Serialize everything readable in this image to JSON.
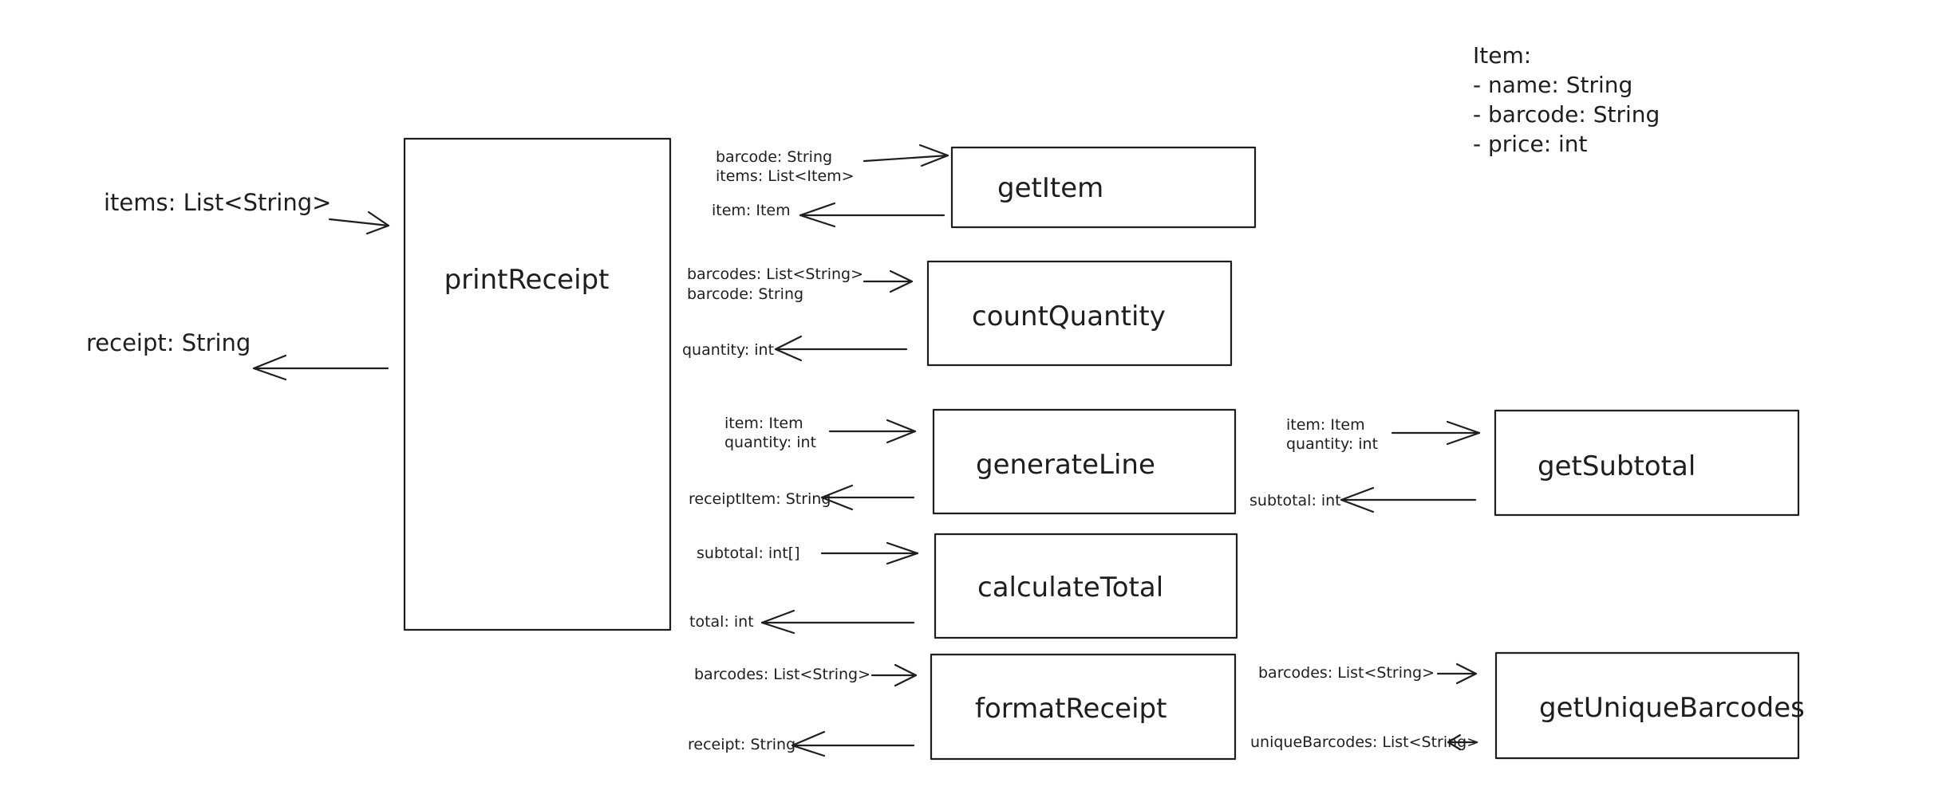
{
  "main": {
    "label": "printReceipt",
    "input": "items: List<String>",
    "output": "receipt: String"
  },
  "functions": [
    {
      "label": "getItem",
      "inputs": [
        "barcode: String",
        "items: List<Item>"
      ],
      "outputs": [
        "item: Item"
      ]
    },
    {
      "label": "countQuantity",
      "inputs": [
        "barcodes: List<String>",
        "barcode: String"
      ],
      "outputs": [
        "quantity: int"
      ]
    },
    {
      "label": "generateLine",
      "inputs": [
        "item: Item",
        "quantity: int"
      ],
      "outputs": [
        "receiptItem: String"
      ]
    },
    {
      "label": "calculateTotal",
      "inputs": [
        "subtotal: int[]"
      ],
      "outputs": [
        "total: int"
      ]
    },
    {
      "label": "formatReceipt",
      "inputs": [
        "barcodes: List<String>"
      ],
      "outputs": [
        "receipt: String"
      ]
    },
    {
      "label": "getSubtotal",
      "inputs": [
        "item: Item",
        "quantity: int"
      ],
      "outputs": [
        "subtotal: int"
      ]
    },
    {
      "label": "getUniqueBarcodes",
      "inputs": [
        "barcodes: List<String>"
      ],
      "outputs": [
        "uniqueBarcodes: List<String>"
      ]
    }
  ],
  "item_model": {
    "title": "Item:",
    "fields": [
      "- name: String",
      "- barcode: String",
      "- price: int"
    ]
  },
  "colors": {
    "ink": "#1e1e1e",
    "background": "#ffffff"
  }
}
